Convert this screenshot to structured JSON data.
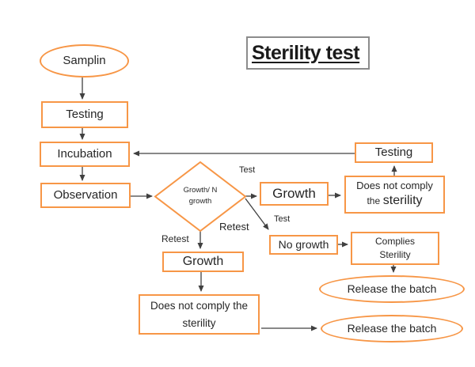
{
  "title": "Sterility test",
  "colors": {
    "node_border": "#F79646",
    "edge": "#404040",
    "title_border": "#8C8C8C",
    "text": "#262626",
    "background": "#FFFFFF"
  },
  "nodes": {
    "sampling": {
      "label": "Samplin",
      "shape": "ellipse"
    },
    "testing_1": {
      "label": "Testing",
      "shape": "rect"
    },
    "incubation": {
      "label": "Incubation",
      "shape": "rect"
    },
    "observation": {
      "label": "Observation",
      "shape": "rect"
    },
    "decision": {
      "line1": "Growth/ N",
      "line2": "growth",
      "shape": "diamond"
    },
    "growth_right": {
      "label": "Growth",
      "shape": "rect"
    },
    "does_not_comply_right": {
      "line1": "Does not comply",
      "line2_the": "the",
      "line2_sterility": "sterility",
      "shape": "rect"
    },
    "testing_2": {
      "label": "Testing",
      "shape": "rect"
    },
    "no_growth": {
      "label": "No growth",
      "shape": "rect"
    },
    "complies_sterility": {
      "line1": "Complies",
      "line2": "Sterility",
      "shape": "rect"
    },
    "release_batch_1": {
      "label": "Release the batch",
      "shape": "ellipse"
    },
    "release_batch_2": {
      "label": "Release the batch",
      "shape": "ellipse"
    },
    "growth_bottom": {
      "label": "Growth",
      "shape": "rect"
    },
    "does_not_comply_bottom": {
      "line1": "Does not comply the",
      "line2": "sterility",
      "shape": "rect"
    }
  },
  "edge_labels": {
    "test_top": "Test",
    "test_right": "Test",
    "retest_right": "Retest",
    "retest_left": "Retest"
  },
  "edges": [
    {
      "from": "sampling",
      "to": "testing_1"
    },
    {
      "from": "testing_1",
      "to": "incubation"
    },
    {
      "from": "incubation",
      "to": "observation"
    },
    {
      "from": "observation",
      "to": "decision"
    },
    {
      "from": "decision",
      "to": "growth_right",
      "label": "Test"
    },
    {
      "from": "decision",
      "to": "no_growth",
      "label": "Test"
    },
    {
      "from": "decision",
      "to": "growth_bottom",
      "label": "Retest"
    },
    {
      "from": "growth_right",
      "to": "does_not_comply_right"
    },
    {
      "from": "does_not_comply_right",
      "to": "testing_2"
    },
    {
      "from": "testing_2",
      "to": "incubation"
    },
    {
      "from": "no_growth",
      "to": "complies_sterility"
    },
    {
      "from": "complies_sterility",
      "to": "release_batch_1"
    },
    {
      "from": "growth_bottom",
      "to": "does_not_comply_bottom"
    },
    {
      "from": "does_not_comply_bottom",
      "to": "release_batch_2"
    }
  ]
}
